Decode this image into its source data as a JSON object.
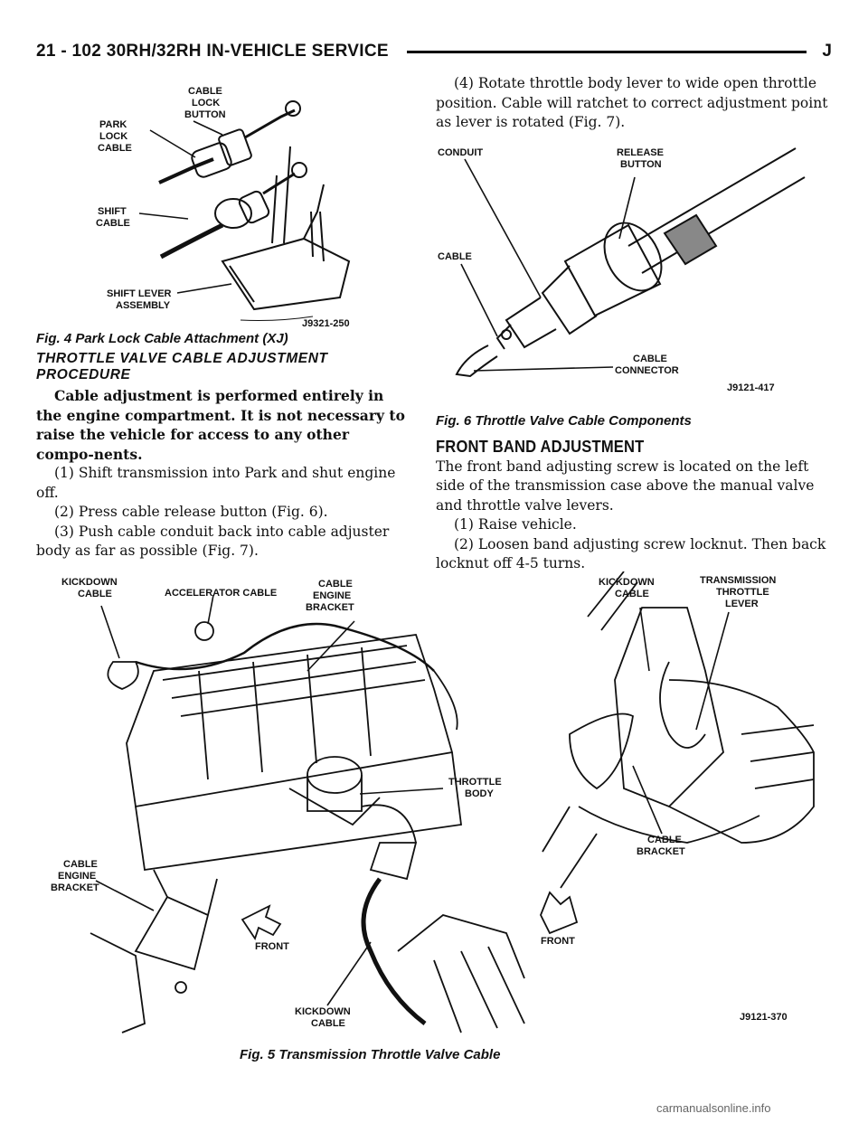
{
  "header": {
    "left": "21 - 102   30RH/32RH IN-VEHICLE SERVICE",
    "right": "J"
  },
  "fig4": {
    "caption": "Fig. 4 Park Lock Cable Attachment (XJ)",
    "labels": {
      "cable_lock_button_1": "CABLE",
      "cable_lock_button_2": "LOCK",
      "cable_lock_button_3": "BUTTON",
      "park_lock_cable_1": "PARK",
      "park_lock_cable_2": "LOCK",
      "park_lock_cable_3": "CABLE",
      "shift_cable_1": "SHIFT",
      "shift_cable_2": "CABLE",
      "shift_lever_1": "SHIFT LEVER",
      "shift_lever_2": "ASSEMBLY"
    },
    "code": "J9321-250"
  },
  "fig6": {
    "caption": "Fig. 6 Throttle Valve Cable Components",
    "labels": {
      "conduit": "CONDUIT",
      "release_1": "RELEASE",
      "release_2": "BUTTON",
      "cable": "CABLE",
      "connector_1": "CABLE",
      "connector_2": "CONNECTOR"
    },
    "code": "J9121-417"
  },
  "fig5": {
    "caption": "Fig. 5 Transmission Throttle Valve Cable",
    "labels": {
      "kickdown_1": "KICKDOWN",
      "kickdown_2": "CABLE",
      "accelerator": "ACCELERATOR CABLE",
      "ceb_1": "CABLE",
      "ceb_2": "ENGINE",
      "ceb_3": "BRACKET",
      "throttle_1": "THROTTLE",
      "throttle_2": "BODY",
      "ceb2_1": "CABLE",
      "ceb2_2": "ENGINE",
      "ceb2_3": "BRACKET",
      "front_1": "FRONT",
      "front_2": "FRONT",
      "kd2_1": "KICKDOWN",
      "kd2_2": "CABLE",
      "kd3_1": "KICKDOWN",
      "kd3_2": "CABLE",
      "ttl_1": "TRANSMISSION",
      "ttl_2": "THROTTLE",
      "ttl_3": "LEVER",
      "cb_1": "CABLE",
      "cb_2": "BRACKET"
    },
    "code": "J9121-370"
  },
  "left": {
    "subheading_1": "THROTTLE VALVE CABLE ADJUSTMENT",
    "subheading_2": "PROCEDURE",
    "bold_para": "Cable adjustment is performed entirely in the engine compartment. It is not necessary to raise the vehicle for access to any other compo-nents.",
    "step1": "(1) Shift transmission into Park and shut engine off.",
    "step2": "(2) Press cable release button (Fig. 6).",
    "step3": "(3) Push cable conduit back into cable adjuster body as far as possible (Fig. 7)."
  },
  "right": {
    "step4": "(4) Rotate throttle body lever to wide open throttle position. Cable will ratchet to correct adjustment point as lever is rotated (Fig. 7).",
    "section": "FRONT BAND ADJUSTMENT",
    "para": "The front band adjusting screw is located on the left side of the transmission case above the manual valve and throttle valve levers.",
    "step1": "(1) Raise vehicle.",
    "step2": "(2) Loosen band adjusting screw locknut. Then back locknut off 4-5 turns."
  },
  "watermark": "carmanualsonline.info"
}
